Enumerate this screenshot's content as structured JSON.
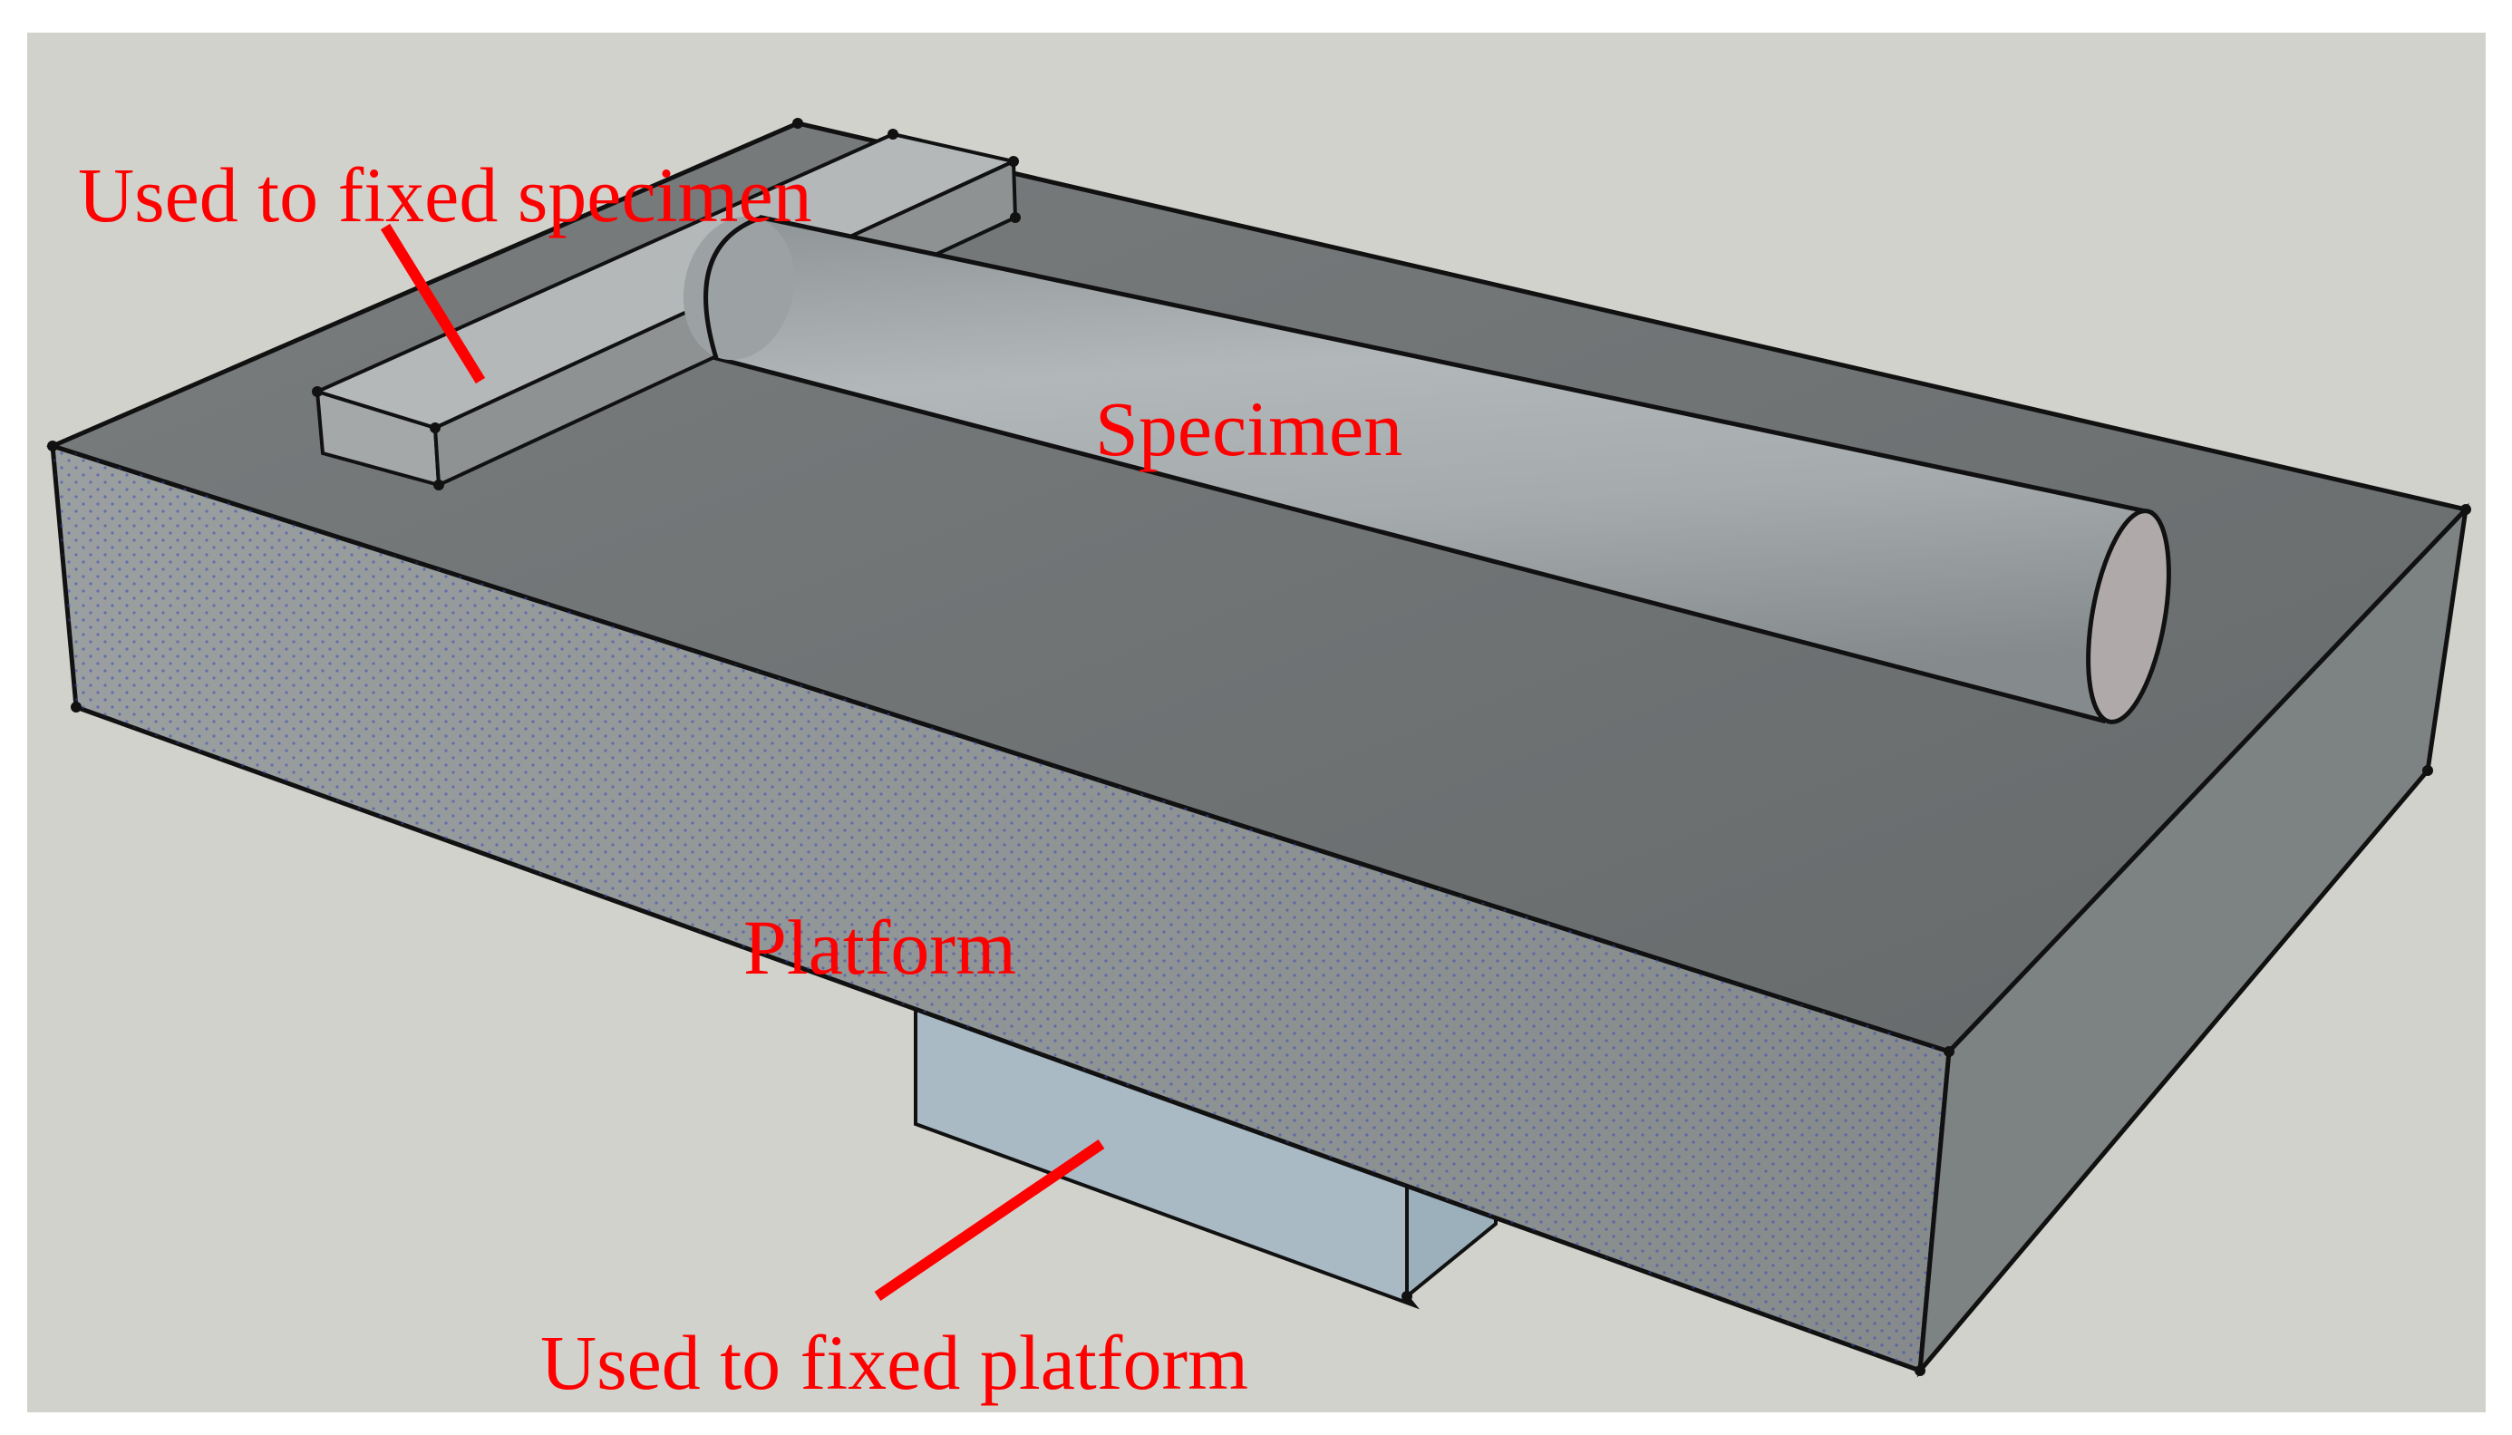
{
  "labels": {
    "fixed_specimen": "Used to fixed specimen",
    "specimen": "Specimen",
    "platform": "Platform",
    "fixed_platform": "Used to fixed platform"
  },
  "colors": {
    "background": "#d2d2cc",
    "annotation": "#ff0000",
    "platform_top": "#6f7273",
    "platform_front": "#8c9192",
    "platform_side": "#7d8283",
    "specimen_body": "#a3a9ab",
    "specimen_end": "#b0a9aa",
    "clamp": "#9ea2a3",
    "base_block": "#a9bac4",
    "edge": "#111111"
  },
  "icons": {
    "platform": "platform-block-shape",
    "specimen": "cylinder-specimen-shape",
    "clamp": "clamp-bar-shape",
    "base": "base-block-shape"
  }
}
